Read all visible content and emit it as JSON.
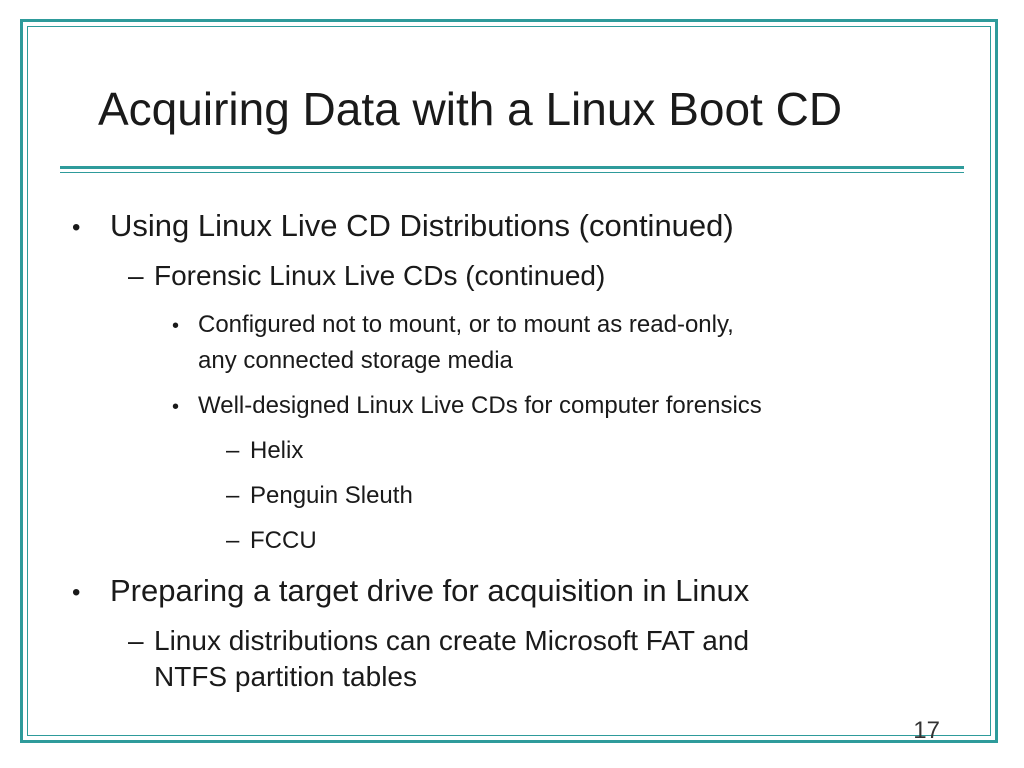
{
  "slide": {
    "title": "Acquiring Data with a Linux Boot CD",
    "page_number": "17",
    "accent_color": "#2e9b9b",
    "bullets": {
      "b1": {
        "marker": "•",
        "text": "Using Linux Live CD Distributions (continued)"
      },
      "b1_1": {
        "marker": "–",
        "text": "Forensic Linux Live CDs (continued)"
      },
      "b1_1_1": {
        "marker": "•",
        "line1": "Configured not to mount, or to mount as read-only,",
        "line2": "any connected storage media"
      },
      "b1_1_2": {
        "marker": "•",
        "text": "Well-designed Linux Live CDs for computer forensics"
      },
      "b1_1_2_items": [
        {
          "marker": "–",
          "text": "Helix"
        },
        {
          "marker": "–",
          "text": "Penguin Sleuth"
        },
        {
          "marker": "–",
          "text": "FCCU"
        }
      ],
      "b2": {
        "marker": "•",
        "text": "Preparing a target drive for acquisition in Linux"
      },
      "b2_1": {
        "marker": "–",
        "line1": "Linux distributions can create Microsoft FAT and",
        "line2": "NTFS partition tables"
      }
    }
  }
}
